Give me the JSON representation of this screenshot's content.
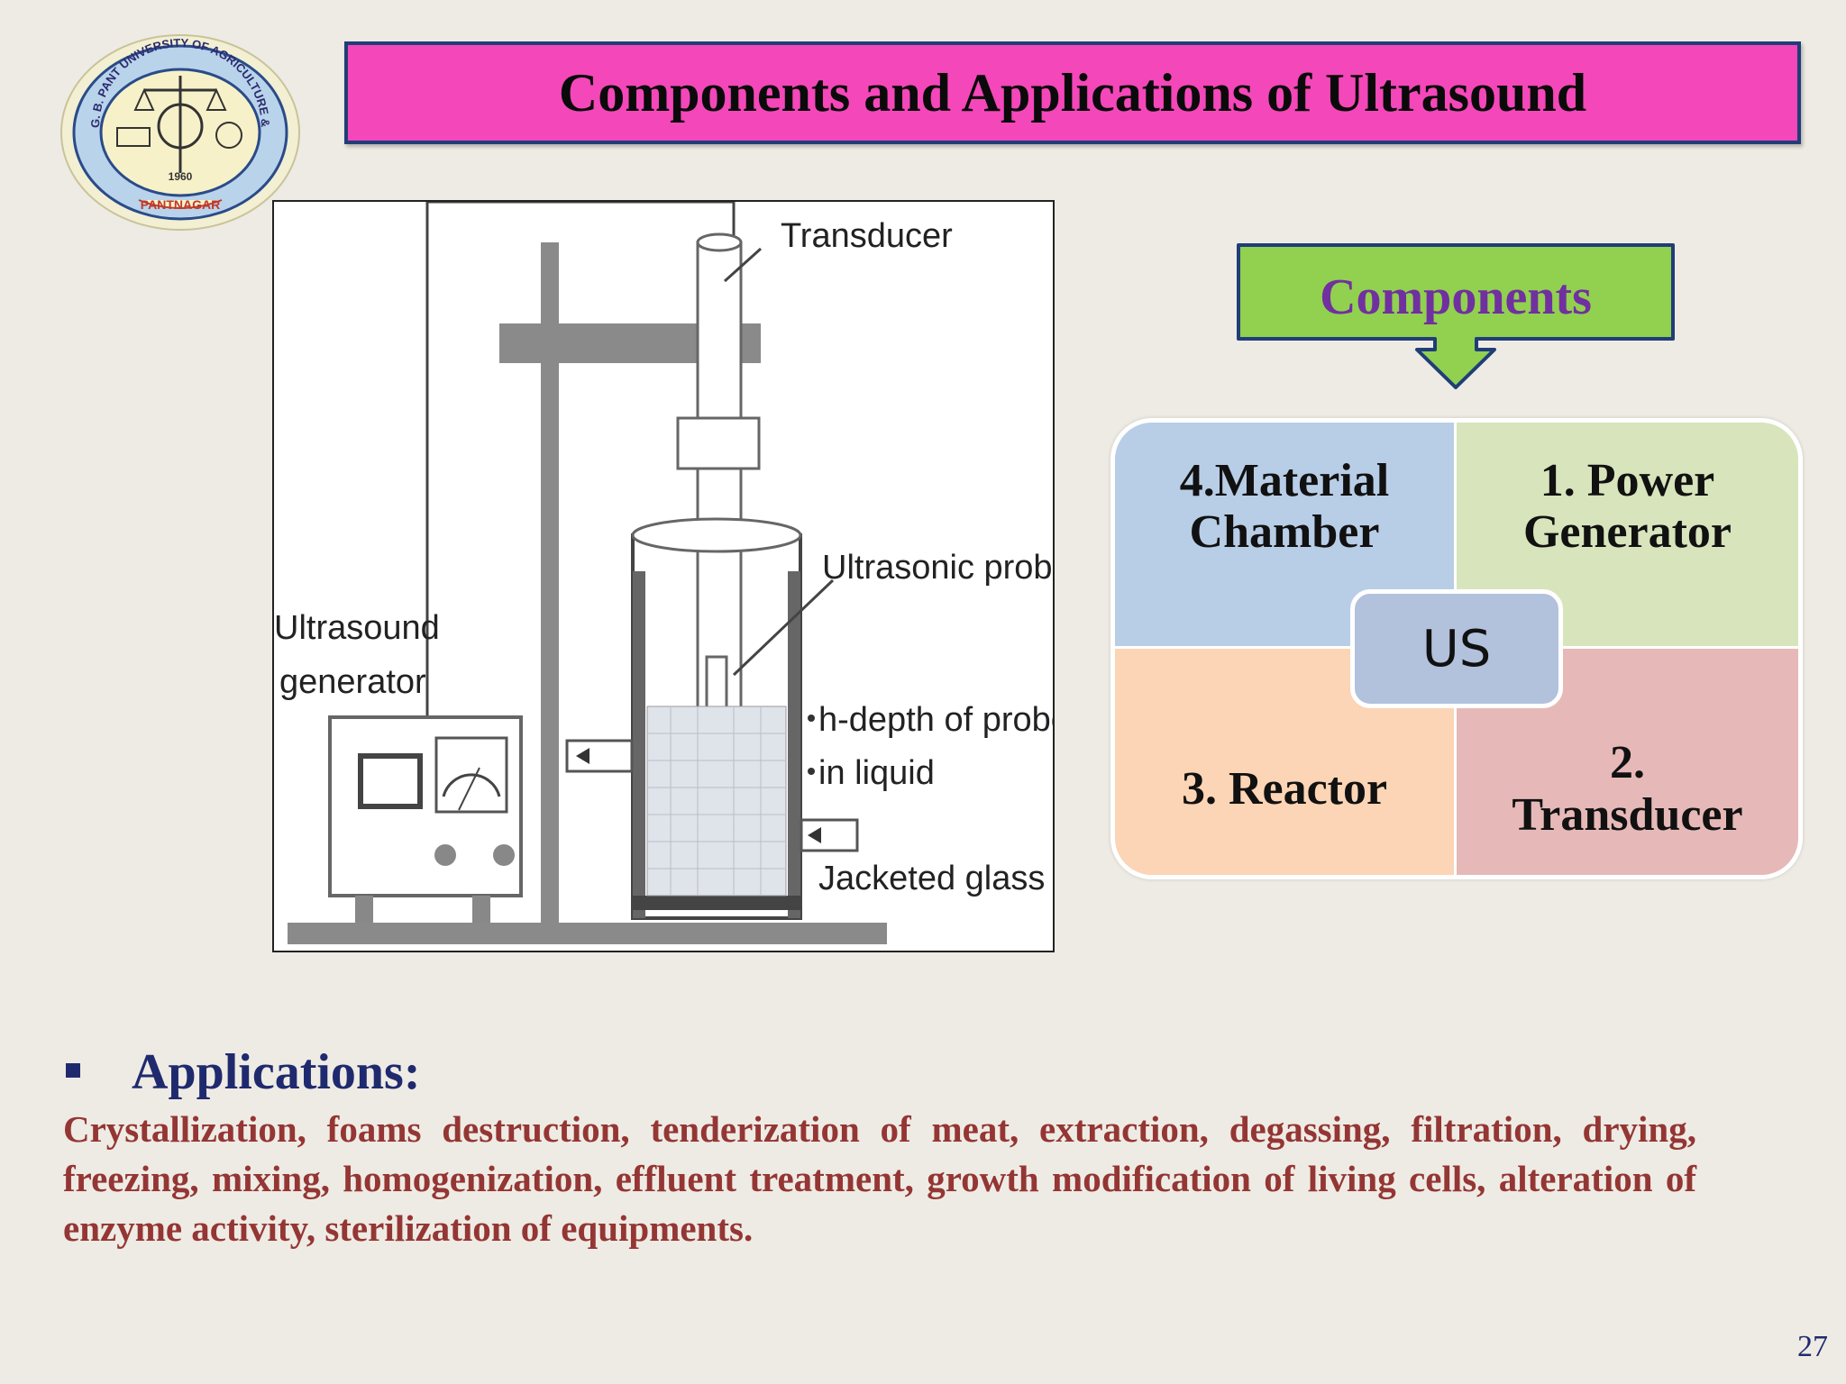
{
  "slide": {
    "title": "Components and Applications of Ultrasound",
    "page_number": "27"
  },
  "logo": {
    "ring_text": "G. B. PANT UNIVERSITY OF AGRICULTURE & TECHNOLOGY",
    "year": "1960",
    "place": "PANTNAGAR"
  },
  "diagram": {
    "labels": {
      "transducer": "Transducer",
      "ultrasonic_probe": "Ultrasonic probe",
      "generator_line1": "Ultrasound",
      "generator_line2": "generator",
      "depth_line1": "h-depth of probe",
      "depth_line2": "in liquid",
      "beaker": "Jacketed glass beaker"
    }
  },
  "components": {
    "heading": "Components",
    "center": "US",
    "items": {
      "top_left": [
        "4.Material",
        "Chamber"
      ],
      "top_right": [
        "1. Power",
        "Generator"
      ],
      "bottom_left": [
        "3. Reactor"
      ],
      "bottom_right": [
        "2.",
        "Transducer"
      ]
    },
    "colors": {
      "heading_bg": "#92d050",
      "heading_text": "#7030a0",
      "top_left": "#b8cde6",
      "top_right": "#d8e4bc",
      "bottom_left": "#fbd5b5",
      "bottom_right": "#e6b9b8",
      "center": "#b2c1dc"
    }
  },
  "applications": {
    "heading": "Applications:",
    "text": "Crystallization, foams destruction, tenderization of meat, extraction, degassing, filtration, drying, freezing, mixing, homogenization, effluent treatment, growth modification of living cells, alteration of enzyme activity, sterilization of equipments."
  },
  "theme": {
    "background": "#eeebe4",
    "title_bg": "#f447b9",
    "title_border": "#1f3e78",
    "applications_heading": "#1f2a6e",
    "applications_text": "#943634"
  }
}
